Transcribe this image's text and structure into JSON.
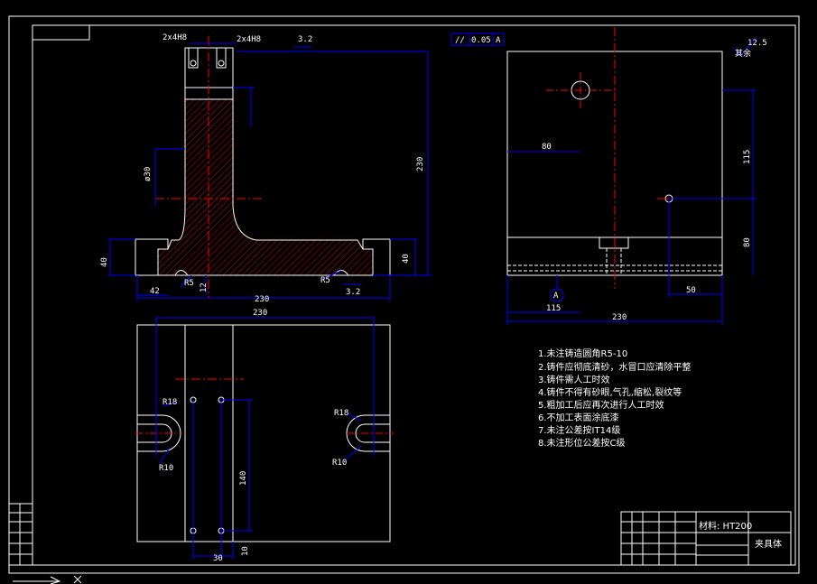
{
  "colors": {
    "background": "#000000",
    "outline": "#ffffff",
    "dimension": "#0000ff",
    "hatch": "#ff0000",
    "center_line": "#ff0000",
    "body_fill": "#ffffff"
  },
  "top_view": {
    "dims": {
      "slot_w1": "2x4H8",
      "slot_w2": "2x4H8",
      "pitch": "3.2",
      "h_total": "230",
      "bore_dia": "ø30",
      "h_left": "40",
      "h_right": "40",
      "offset_42": "42",
      "r_left": "R5",
      "r_right": "R5",
      "rough": "3.2",
      "width_230": "230",
      "small_12": "12"
    }
  },
  "right_view": {
    "tolerance_frame": [
      "//",
      "0.05",
      "A"
    ],
    "roughness": "12.5",
    "roughness_note": "其余",
    "dims": {
      "d80": "80",
      "d115": "115",
      "d80b": "80",
      "d50": "50",
      "d115b": "115",
      "d230": "230",
      "datum": "A"
    }
  },
  "bottom_view": {
    "dims": {
      "width": "230",
      "r18_left": "R18",
      "r10_left": "R10",
      "r18_right": "R18",
      "r10_right": "R10",
      "d140": "140",
      "d30": "30",
      "d10": "10"
    }
  },
  "notes": [
    "1.未注铸造圆角R5-10",
    "2.铸件应彻底清砂，水冒口应清除平整",
    "3.铸件需人工时效",
    "4.铸件不得有砂眼,气孔,缩松,裂纹等",
    "5.粗加工后应再次进行人工时效",
    "6.不加工表面涂底漆",
    "7.未注公差按IT14级",
    "8.未注形位公差按C级"
  ],
  "title_block": {
    "material": "材料: HT200",
    "part_name": "夹具体"
  }
}
